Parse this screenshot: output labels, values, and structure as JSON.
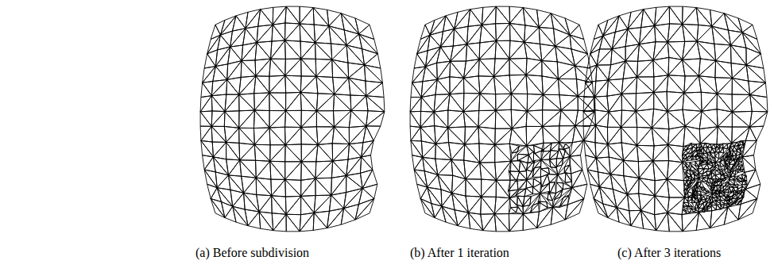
{
  "diagram": {
    "labels": [
      "(a) Before subdivision",
      "(b) After 1 iteration",
      "(c) After 3 iterations"
    ]
  }
}
